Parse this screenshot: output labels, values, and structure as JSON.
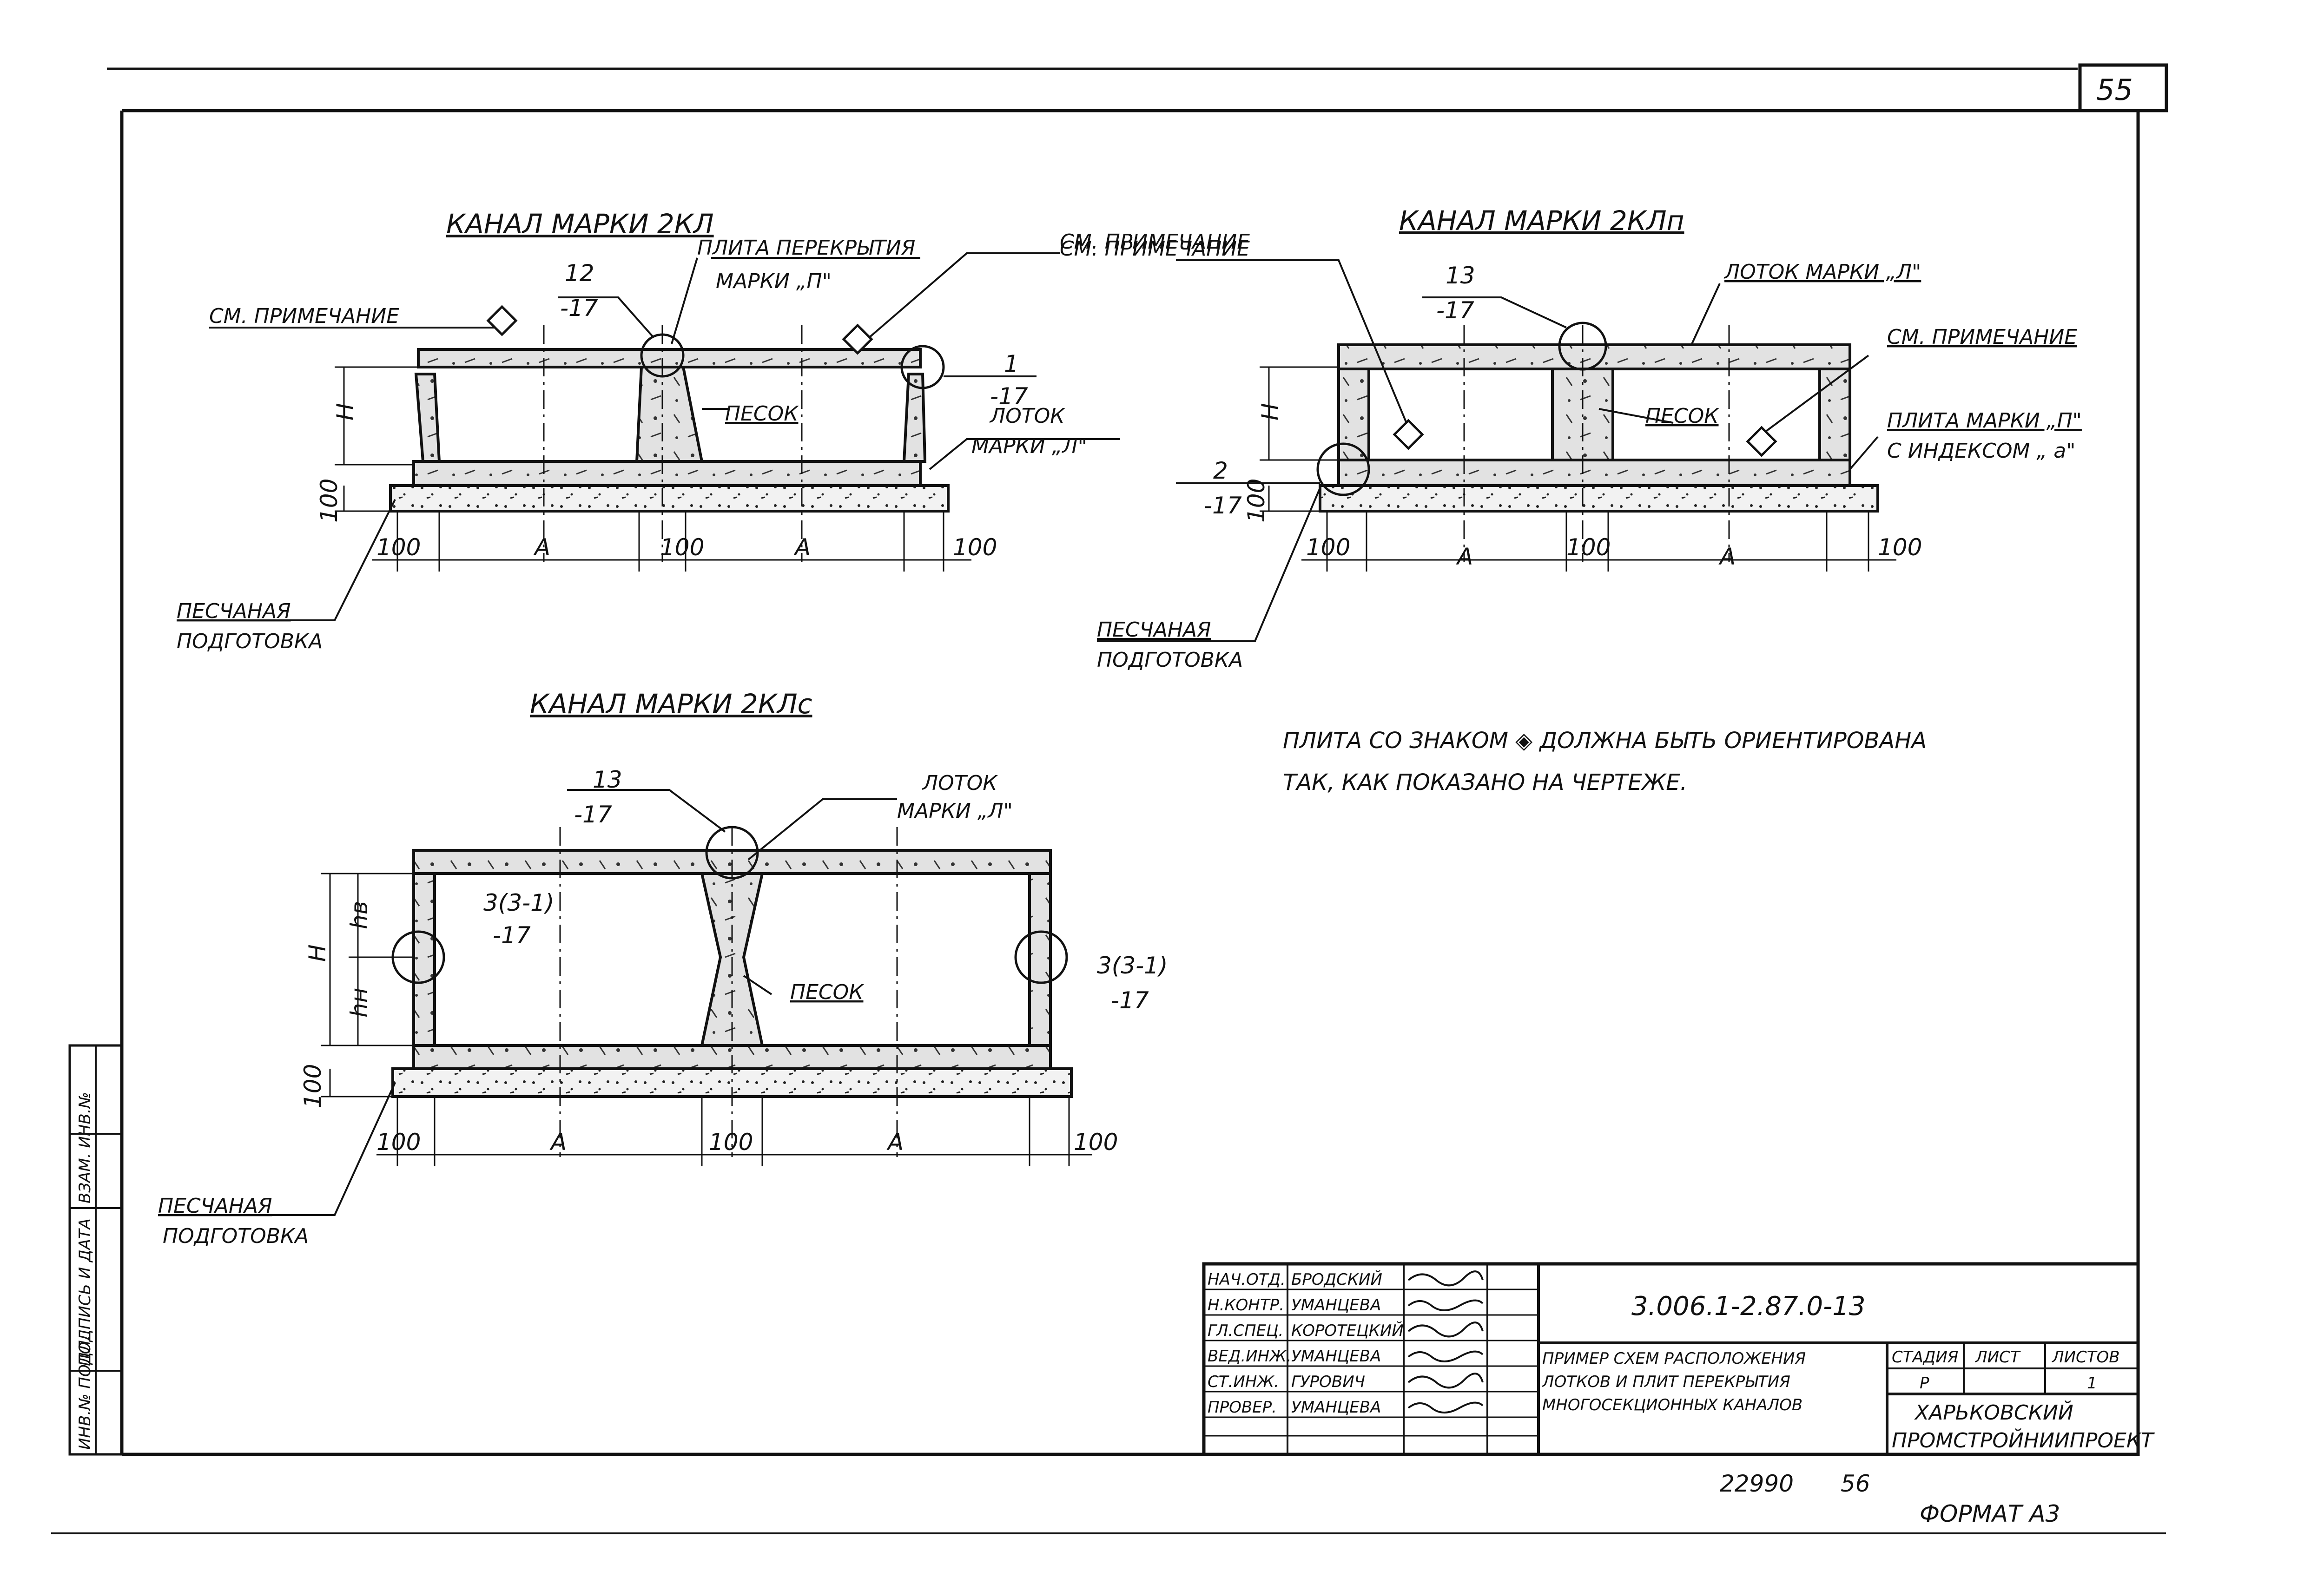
{
  "sheet_number": "55",
  "note": {
    "line1": "ПЛИТА СО ЗНАКОМ ◈ ДОЛЖНА БЫТЬ ОРИЕНТИРОВАНА",
    "line2": "ТАК, КАК ПОКАЗАНО НА ЧЕРТЕЖЕ."
  },
  "section_2kl": {
    "title": "КАНАЛ МАРКИ 2КЛ",
    "slab_label_1": "ПЛИТА ПЕРЕКРЫТИЯ",
    "slab_label_2": "МАРКИ „П\"",
    "see_note": "СМ. ПРИМЕЧАНИЕ",
    "see_note_2": "СМ. ПРИМЕЧАНИЕ",
    "detail_top": "12",
    "detail_bottom": "-17",
    "detail2_top": "1",
    "detail2_bottom": "-17",
    "sand": "ПЕСОК",
    "tray_1": "ЛОТОК",
    "tray_2": "МАРКИ „Л\"",
    "h": "H",
    "d100_left": "100",
    "bed_100": "100",
    "d100_mid": "100",
    "d100_right": "100",
    "a1": "A",
    "a2": "A",
    "bed_1": "ПЕСЧАНАЯ",
    "bed_2": "ПОДГОТОВКА"
  },
  "section_2klp": {
    "title": "КАНАЛ МАРКИ 2КЛп",
    "detail_top": "13",
    "detail_bottom": "-17",
    "detail2_top": "2",
    "detail2_bottom": "-17",
    "tray": "ЛОТОК МАРКИ „Л\"",
    "see_note": "СМ. ПРИМЕЧАНИЕ",
    "see_note_2": "СМ. ПРИМЕЧАНИЕ",
    "sand": "ПЕСОК",
    "slab_1": "ПЛИТА МАРКИ „П\"",
    "slab_2": "С ИНДЕКСОМ „ а\"",
    "h": "H",
    "bed_100": "100",
    "d100_left": "100",
    "d100_mid": "100",
    "d100_right": "100",
    "a1": "A",
    "a2": "A",
    "bed_1": "ПЕСЧАНАЯ",
    "bed_2": "ПОДГОТОВКА"
  },
  "section_2klc": {
    "title": "КАНАЛ МАРКИ 2КЛс",
    "detail_top": "13",
    "detail_bottom": "-17",
    "tray_1": "ЛОТОК",
    "tray_2": "МАРКИ „Л\"",
    "node_left_top": "3(3-1)",
    "node_left_bottom": "-17",
    "node_right_top": "3(3-1)",
    "node_right_bottom": "-17",
    "sand": "ПЕСОК",
    "h": "H",
    "hv": "hв",
    "hn": "hн",
    "bed_100": "100",
    "d100_left": "100",
    "d100_mid": "100",
    "d100_right": "100",
    "a1": "A",
    "a2": "A",
    "bed_1": "ПЕСЧАНАЯ",
    "bed_2": "ПОДГОТОВКА"
  },
  "title_block": {
    "roles": [
      "НАЧ.ОТД.",
      "Н.КОНТР.",
      "ГЛ.СПЕЦ.",
      "ВЕД.ИНЖ.",
      "СТ.ИНЖ.",
      "ПРОВЕР."
    ],
    "names": [
      "БРОДСКИЙ",
      "УМАНЦЕВА",
      "КОРОТЕЦКИЙ",
      "УМАНЦЕВА",
      "ГУРОВИЧ",
      "УМАНЦЕВА"
    ],
    "code": "3.006.1-2.87.0-13",
    "desc_1": "ПРИМЕР СХЕМ РАСПОЛОЖЕНИЯ",
    "desc_2": "ЛОТКОВ И ПЛИТ ПЕРЕКРЫТИЯ",
    "desc_3": "МНОГОСЕКЦИОННЫХ КАНАЛОВ",
    "stage_h": "СТАДИЯ",
    "sheet_h": "ЛИСТ",
    "sheets_h": "ЛИСТОВ",
    "stage_v": "Р",
    "sheets_v": "1",
    "org_1": "ХАРЬКОВСКИЙ",
    "org_2": "ПРОМСТРОЙНИИПРОЕКТ"
  },
  "side_stamp": [
    "ИНВ.№ ПОДЛ.",
    "ПОДПИСЬ И ДАТА",
    "ВЗАМ. ИНВ.№"
  ],
  "inventory": "22990",
  "inventory_2": "56",
  "format": "ФОРМАТ А3"
}
